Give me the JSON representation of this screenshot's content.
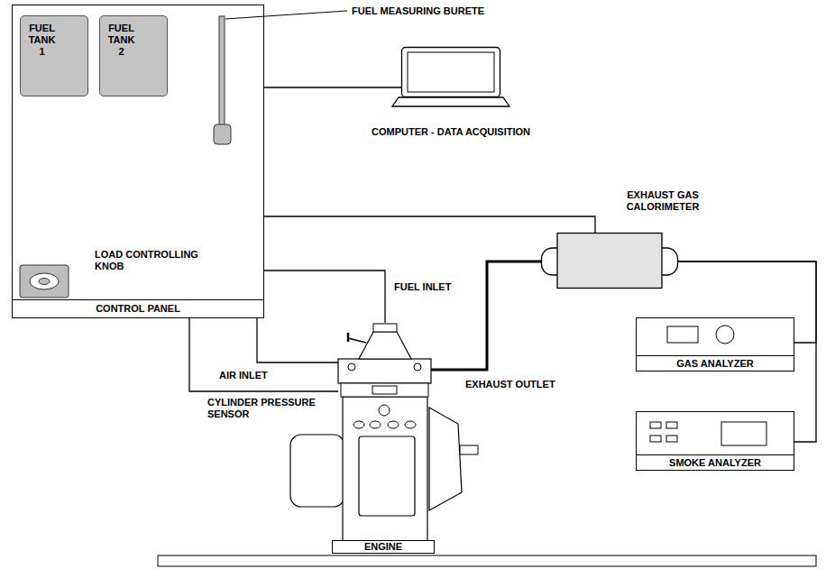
{
  "diagram": {
    "nodes": [
      {
        "text": [
          "CONTROL PANEL"
        ]
      },
      {
        "text": [
          "FUEL TANK 1"
        ],
        "in": 0
      },
      {
        "text": [
          "FUEL TANK 2"
        ],
        "in": 0
      },
      {
        "text": [
          "COMPUTER - DATA ACQUISITION"
        ]
      },
      {
        "text": [
          "EXHAUST GAS CALORIMETER"
        ]
      },
      {
        "text": [
          "GAS ANALYZER"
        ]
      },
      {
        "text": [
          "SMOKE ANALYZER"
        ]
      },
      {
        "text": [
          "ENGINE"
        ]
      }
    ],
    "edges": [
      {
        "from": 0,
        "to": 3,
        "arrow": "none"
      },
      {
        "from": 0,
        "to": 4,
        "arrow": "none"
      },
      {
        "from": 0,
        "to": 7,
        "label": "FUEL INLET",
        "arrow": "none"
      },
      {
        "from": 0,
        "to": 7,
        "label": "AIR INLET",
        "arrow": "none"
      },
      {
        "from": 0,
        "to": 7,
        "label": "CYLINDER PRESSURE SENSOR",
        "arrow": "none"
      },
      {
        "from": 7,
        "to": 4,
        "label": "EXHAUST OUTLET",
        "arrow": "none"
      },
      {
        "from": 4,
        "to": 5,
        "arrow": "none"
      },
      {
        "from": 4,
        "to": 6,
        "arrow": "none"
      }
    ],
    "labels": [
      "FUEL MEASURING BURETE",
      "LOAD CONTROLLING KNOB"
    ]
  }
}
